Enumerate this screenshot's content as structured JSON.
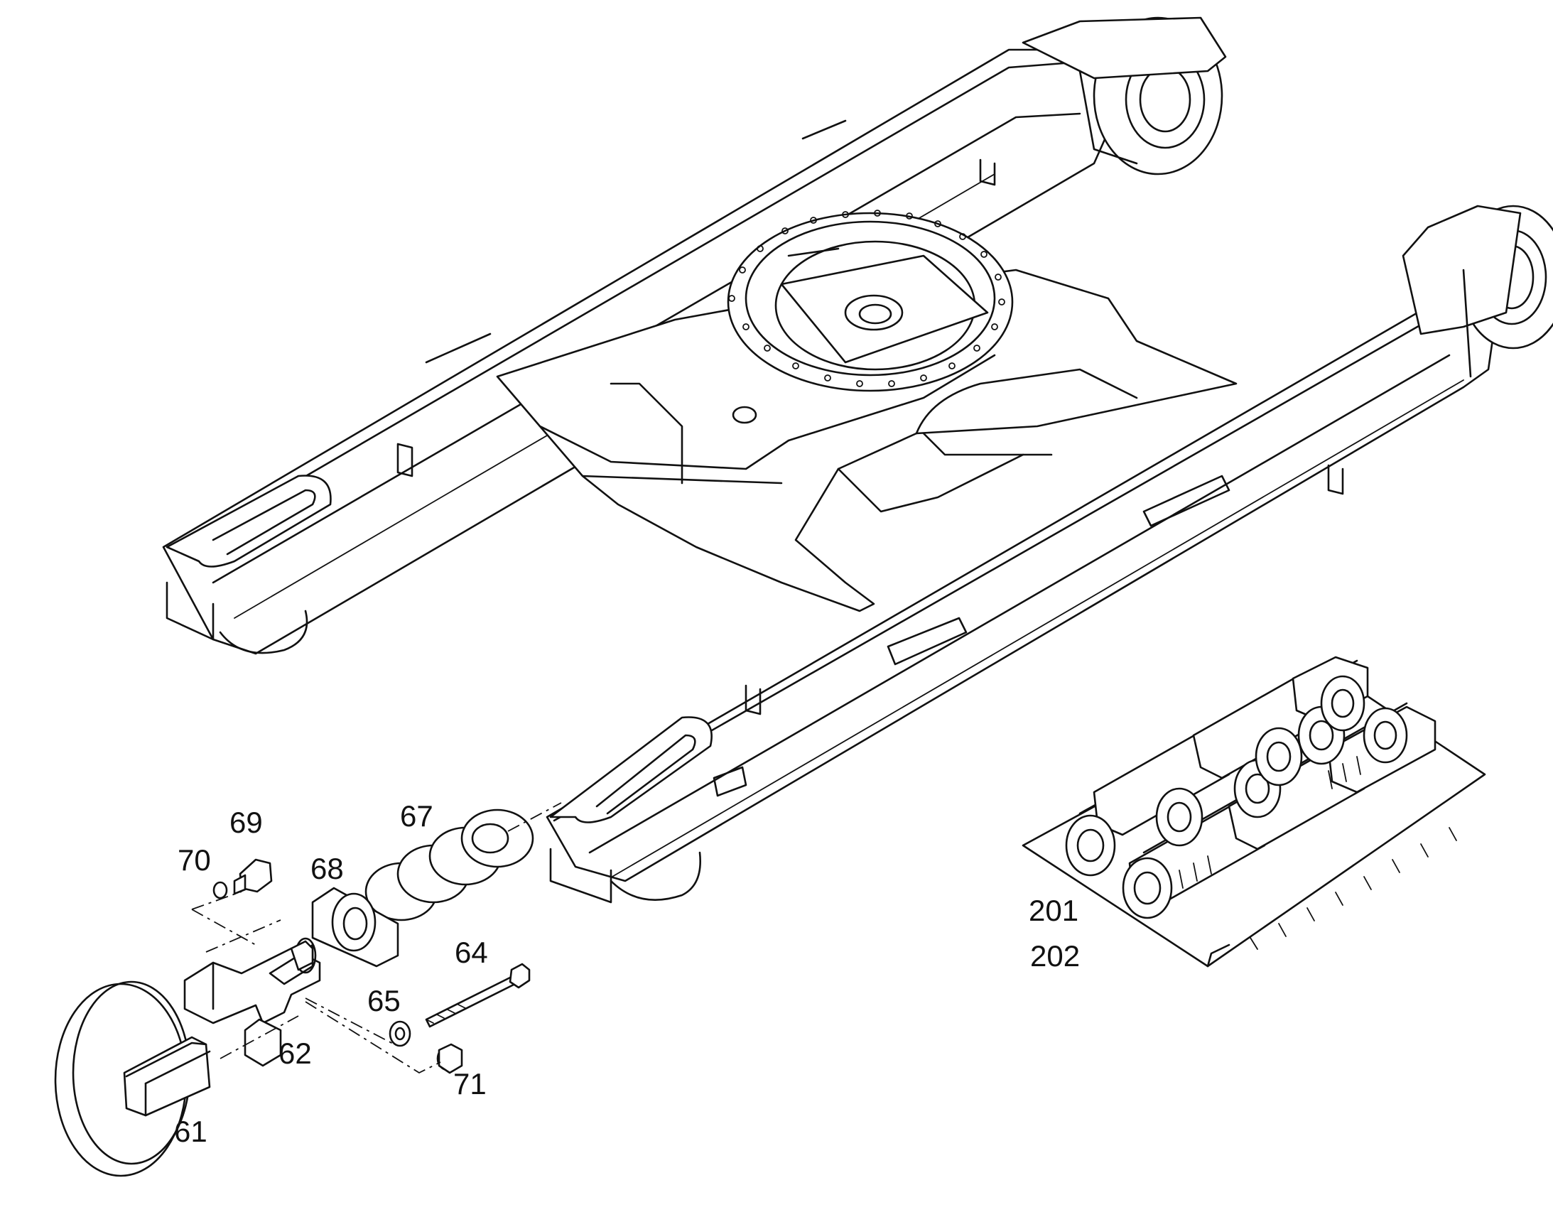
{
  "diagram": {
    "callouts": {
      "p61": "61",
      "p62": "62",
      "p64": "64",
      "p65": "65",
      "p67": "67",
      "p68": "68",
      "p69": "69",
      "p70": "70",
      "p71": "71",
      "p201": "201",
      "p202": "202"
    }
  }
}
